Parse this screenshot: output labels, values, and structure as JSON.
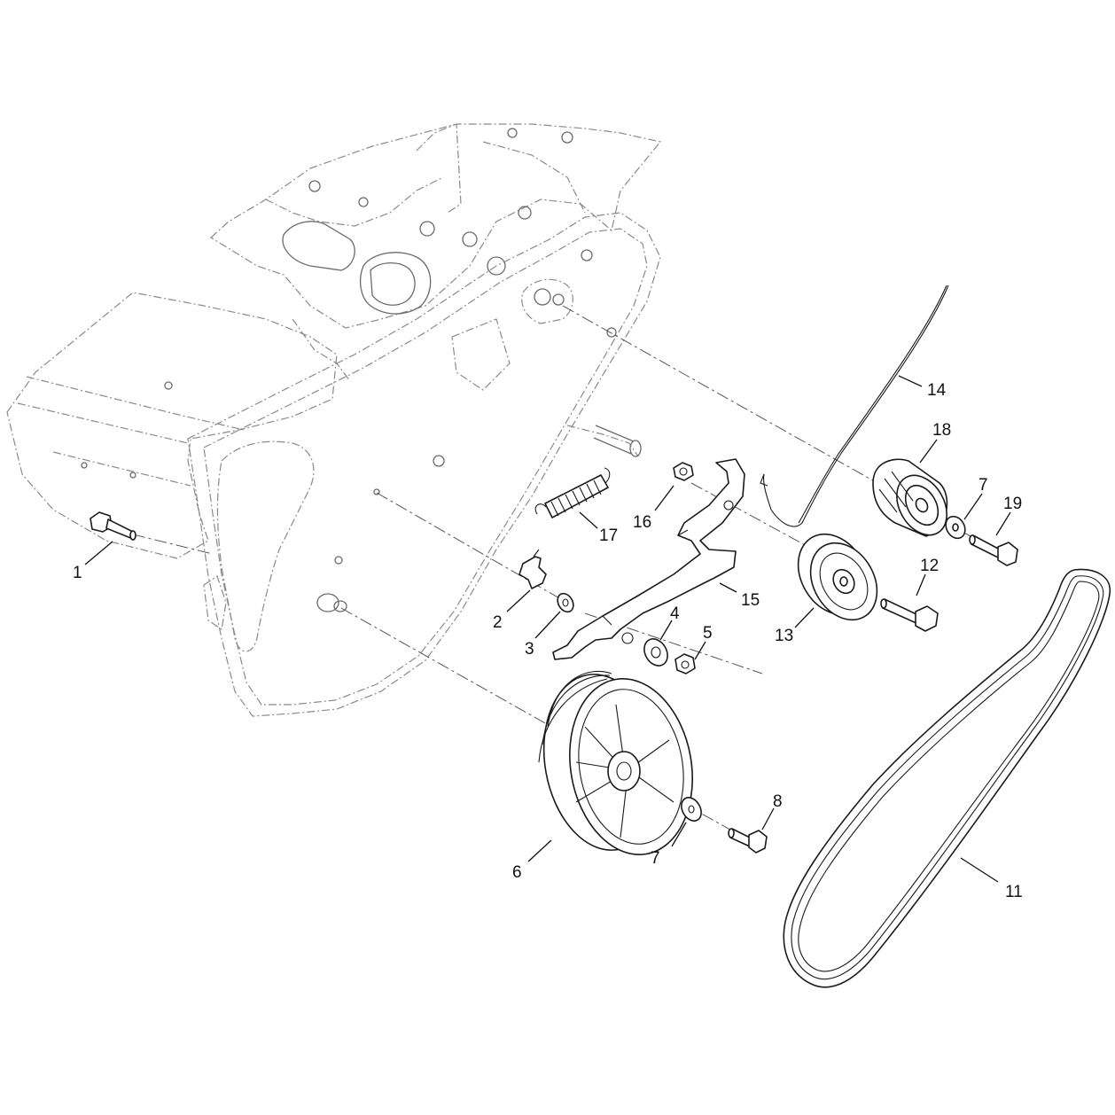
{
  "callouts": [
    {
      "id": "c1",
      "text": "1"
    },
    {
      "id": "c2",
      "text": "2"
    },
    {
      "id": "c3",
      "text": "3"
    },
    {
      "id": "c4",
      "text": "4"
    },
    {
      "id": "c5",
      "text": "5"
    },
    {
      "id": "c6",
      "text": "6"
    },
    {
      "id": "c7a",
      "text": "7"
    },
    {
      "id": "c7b",
      "text": "7"
    },
    {
      "id": "c8",
      "text": "8"
    },
    {
      "id": "c11",
      "text": "11"
    },
    {
      "id": "c12",
      "text": "12"
    },
    {
      "id": "c13",
      "text": "13"
    },
    {
      "id": "c14",
      "text": "14"
    },
    {
      "id": "c15",
      "text": "15"
    },
    {
      "id": "c16",
      "text": "16"
    },
    {
      "id": "c17",
      "text": "17"
    },
    {
      "id": "c18",
      "text": "18"
    },
    {
      "id": "c19",
      "text": "19"
    }
  ]
}
